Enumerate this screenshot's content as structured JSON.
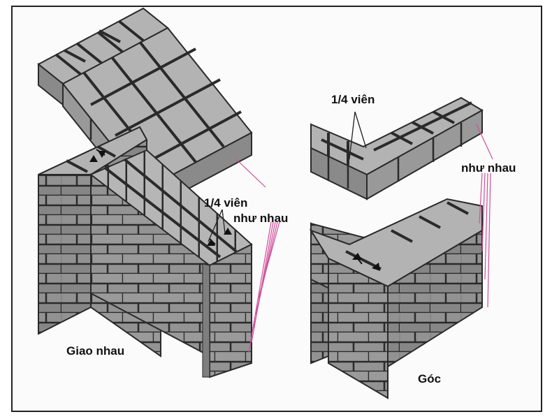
{
  "labels": {
    "quarter_left": "1/4 viên",
    "same_left": "như nhau",
    "junction": "Giao nhau",
    "quarter_right": "1/4 viên",
    "same_right": "như nhau",
    "corner": "Góc"
  },
  "colors": {
    "brick_top": "#b6b6b6",
    "brick_side": "#8e8e8e",
    "brick_dark": "#777777",
    "mortar": "#2a2a2a",
    "leader": "#d0509a",
    "frame": "#222222"
  }
}
